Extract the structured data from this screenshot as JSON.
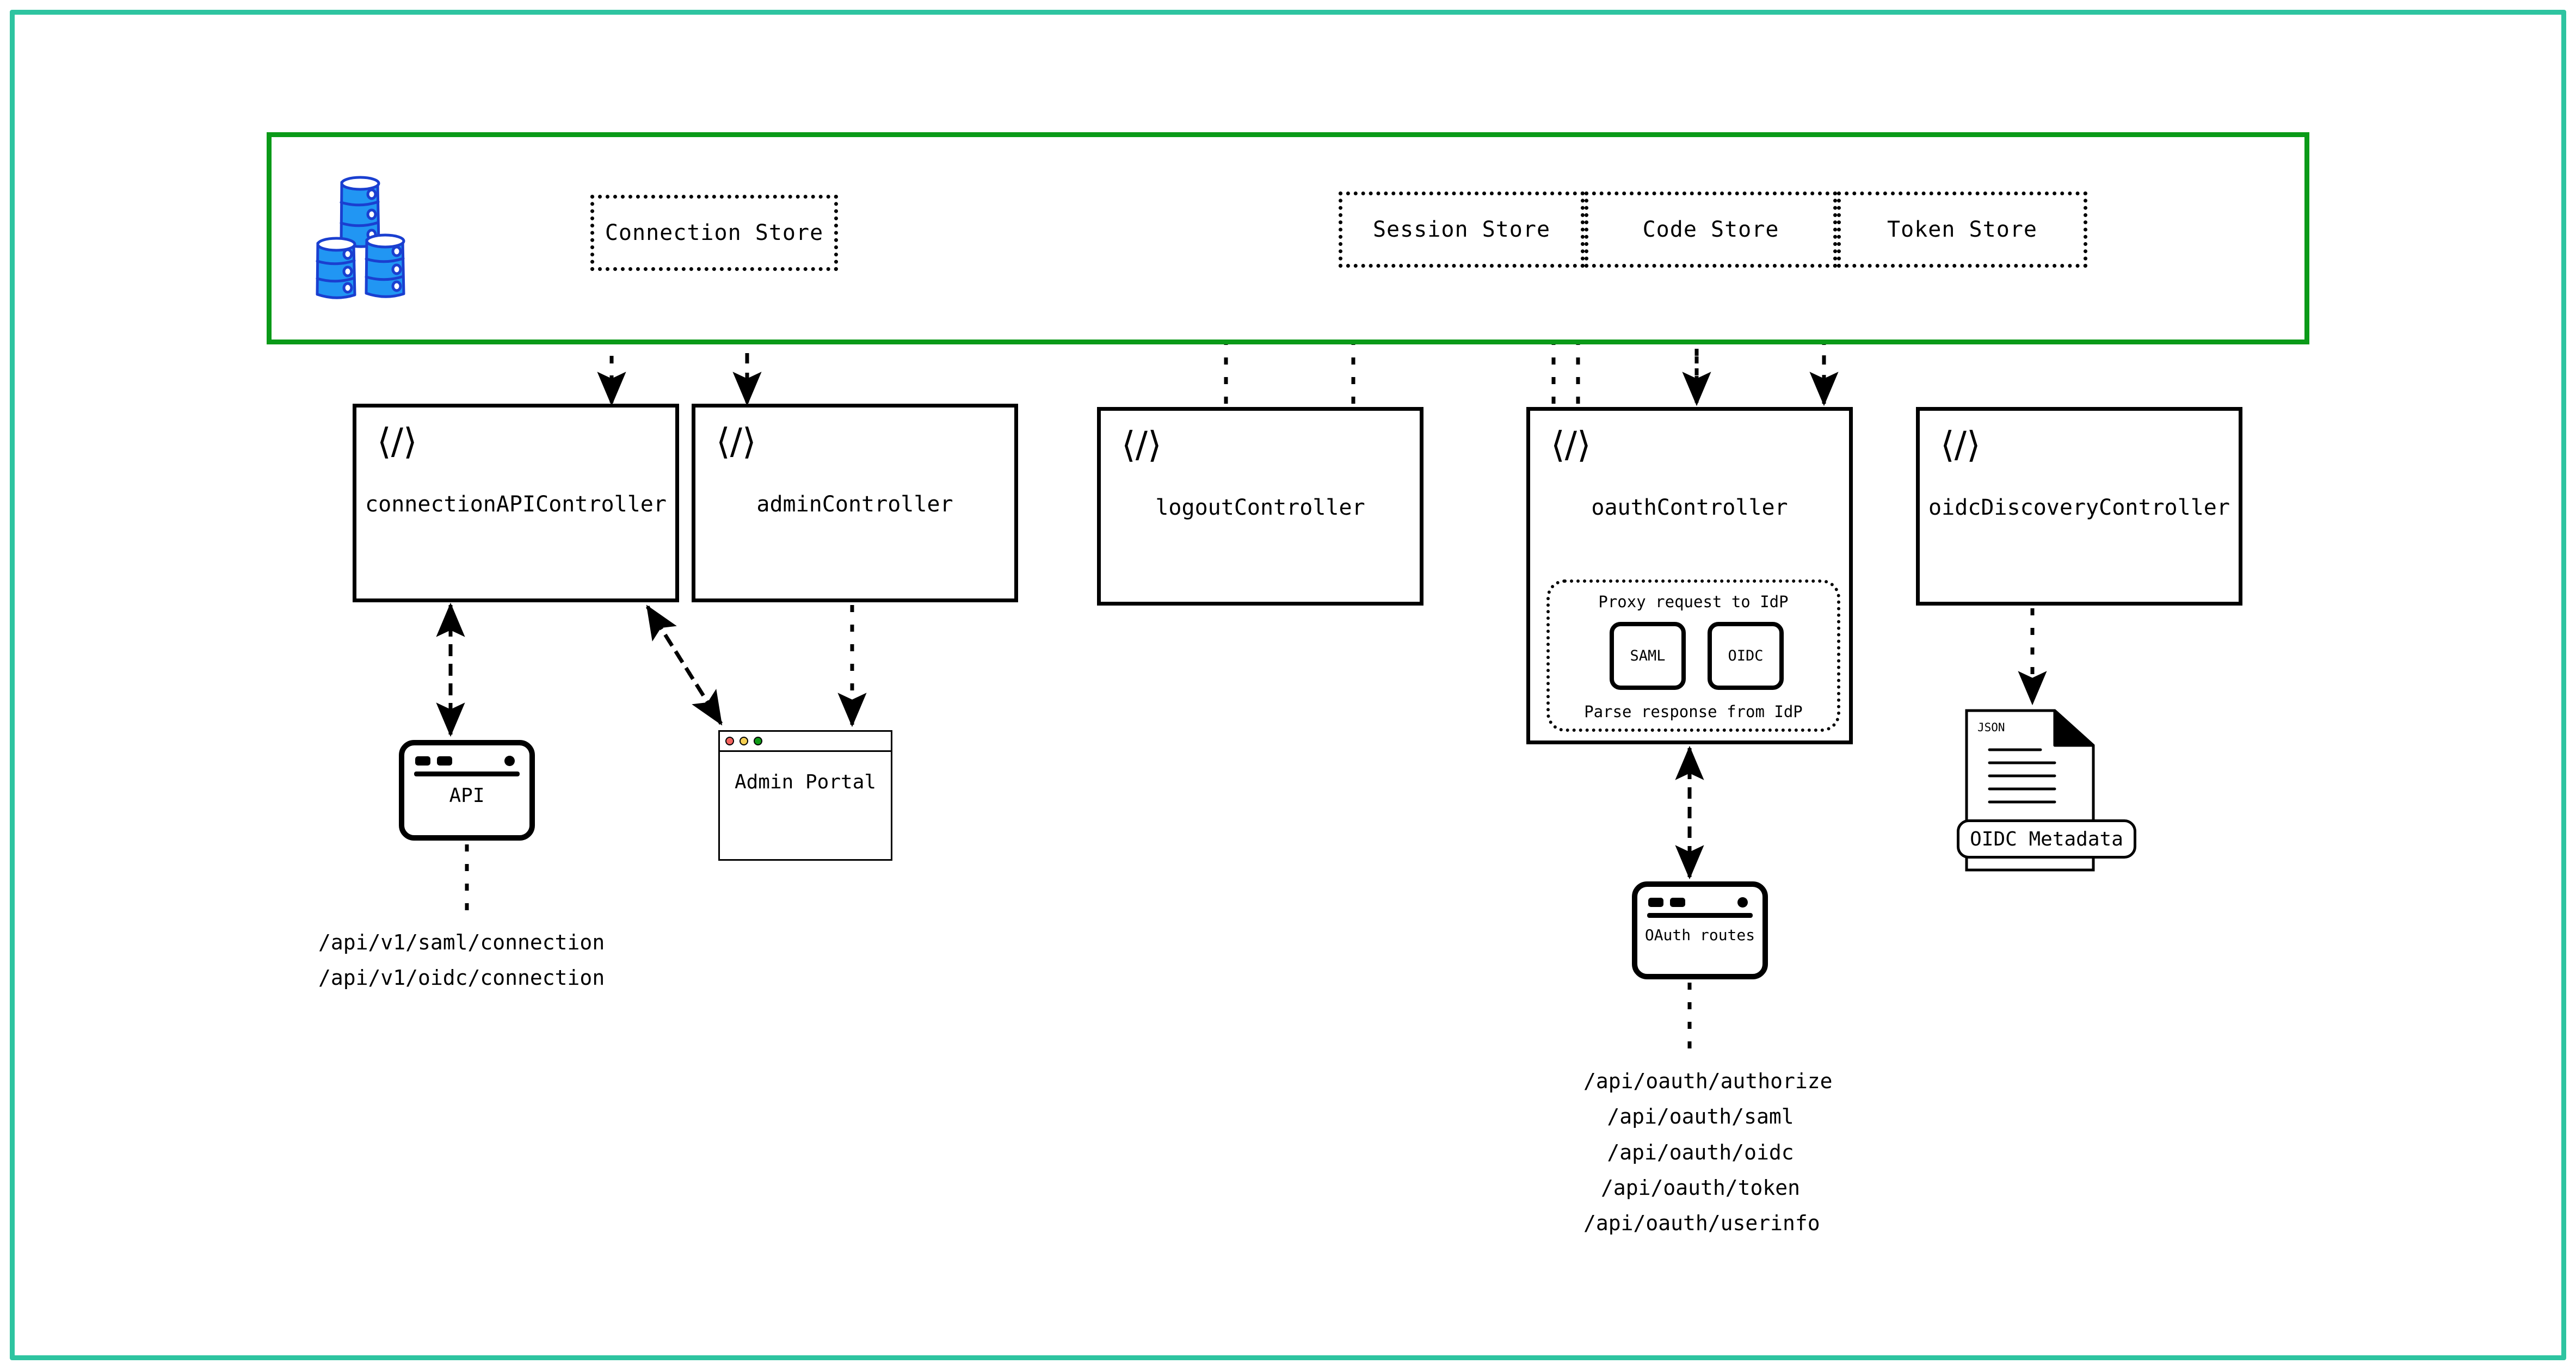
{
  "page": {
    "border_color": "#2ec4a0",
    "store_band_color": "#0a9a18",
    "background": "#ffffff"
  },
  "store_band": {
    "name": "storage-layer",
    "database_icon": "database-stack-icon",
    "database_color": "#2196f3",
    "database_outline": "#1a3fd0",
    "stores": [
      {
        "id": "connection-store",
        "label": "Connection Store"
      },
      {
        "id": "session-store",
        "label": "Session Store"
      },
      {
        "id": "code-store",
        "label": "Code Store"
      },
      {
        "id": "token-store",
        "label": "Token Store"
      }
    ]
  },
  "controllers": [
    {
      "id": "connectionapi",
      "label": "connectionAPIController",
      "icon": "code-icon",
      "glyph": "⟨/⟩"
    },
    {
      "id": "admin",
      "label": "adminController",
      "icon": "code-icon",
      "glyph": "⟨/⟩"
    },
    {
      "id": "logout",
      "label": "logoutController",
      "icon": "code-icon",
      "glyph": "⟨/⟩"
    },
    {
      "id": "oauth",
      "label": "oauthController",
      "icon": "code-icon",
      "glyph": "⟨/⟩"
    },
    {
      "id": "oidcdiscovery",
      "label": "oidcDiscoveryController",
      "icon": "code-icon",
      "glyph": "⟨/⟩"
    }
  ],
  "idp_group": {
    "title": "Proxy request to IdP",
    "footer": "Parse response from IdP",
    "chips": [
      {
        "id": "saml",
        "label": "SAML"
      },
      {
        "id": "oidc",
        "label": "OIDC"
      }
    ]
  },
  "clients": {
    "api_device": {
      "label": "API",
      "icon": "api-window-icon"
    },
    "admin_browser": {
      "label": "Admin Portal",
      "icon": "browser-window-icon",
      "traffic_lights": {
        "close": "#f4635e",
        "minimize": "#f5cf52",
        "maximize": "#0f9a16"
      }
    },
    "oauth_routes": {
      "label": "OAuth routes",
      "icon": "api-window-icon"
    },
    "oidc_metadata": {
      "label": "OIDC Metadata",
      "doc_kind": "JSON",
      "icon": "json-document-icon"
    }
  },
  "endpoints": {
    "connection_paths": [
      "/api/v1/saml/connection",
      "/api/v1/oidc/connection"
    ],
    "oauth_paths": [
      "/api/oauth/authorize",
      "/api/oauth/saml",
      "/api/oauth/oidc",
      "/api/oauth/token",
      "/api/oauth/userinfo"
    ]
  }
}
